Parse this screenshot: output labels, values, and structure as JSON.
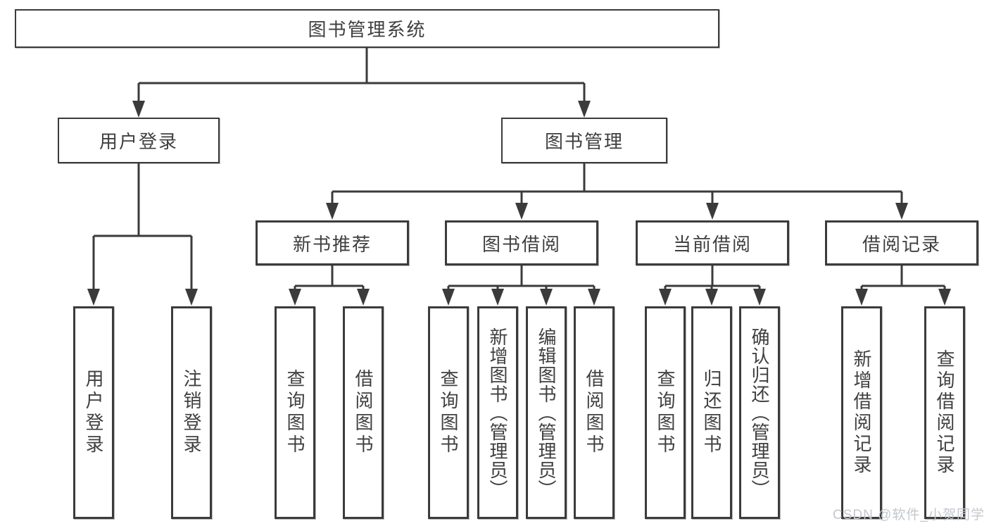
{
  "diagram": {
    "root": "图书管理系统",
    "level2": {
      "user_login": "用户登录",
      "book_mgmt": "图书管理"
    },
    "level3": {
      "new_books": "新书推荐",
      "book_borrow": "图书借阅",
      "current_borrow": "当前借阅",
      "borrow_records": "借阅记录"
    },
    "leaves": {
      "user_login_login": "用户登录",
      "user_login_logout": "注销登录",
      "new_books_query": "查询图书",
      "new_books_borrow": "借阅图书",
      "book_borrow_query": "查询图书",
      "book_borrow_add": "新增图书（管理员）",
      "book_borrow_edit": "编辑图书（管理员）",
      "book_borrow_borrow": "借阅图书",
      "current_borrow_query": "查询图书",
      "current_borrow_return": "归还图书",
      "current_borrow_confirm": "确认归还（管理员）",
      "borrow_records_add": "新增借阅记录",
      "borrow_records_query": "查询借阅记录"
    }
  },
  "watermark": "CSDN @软件_小贺同学",
  "colors": {
    "line": "#3b3b3b",
    "text": "#3f3f3f",
    "watermark": "#c3c7cd",
    "background": "#ffffff",
    "box_bg": "#ffffff"
  }
}
